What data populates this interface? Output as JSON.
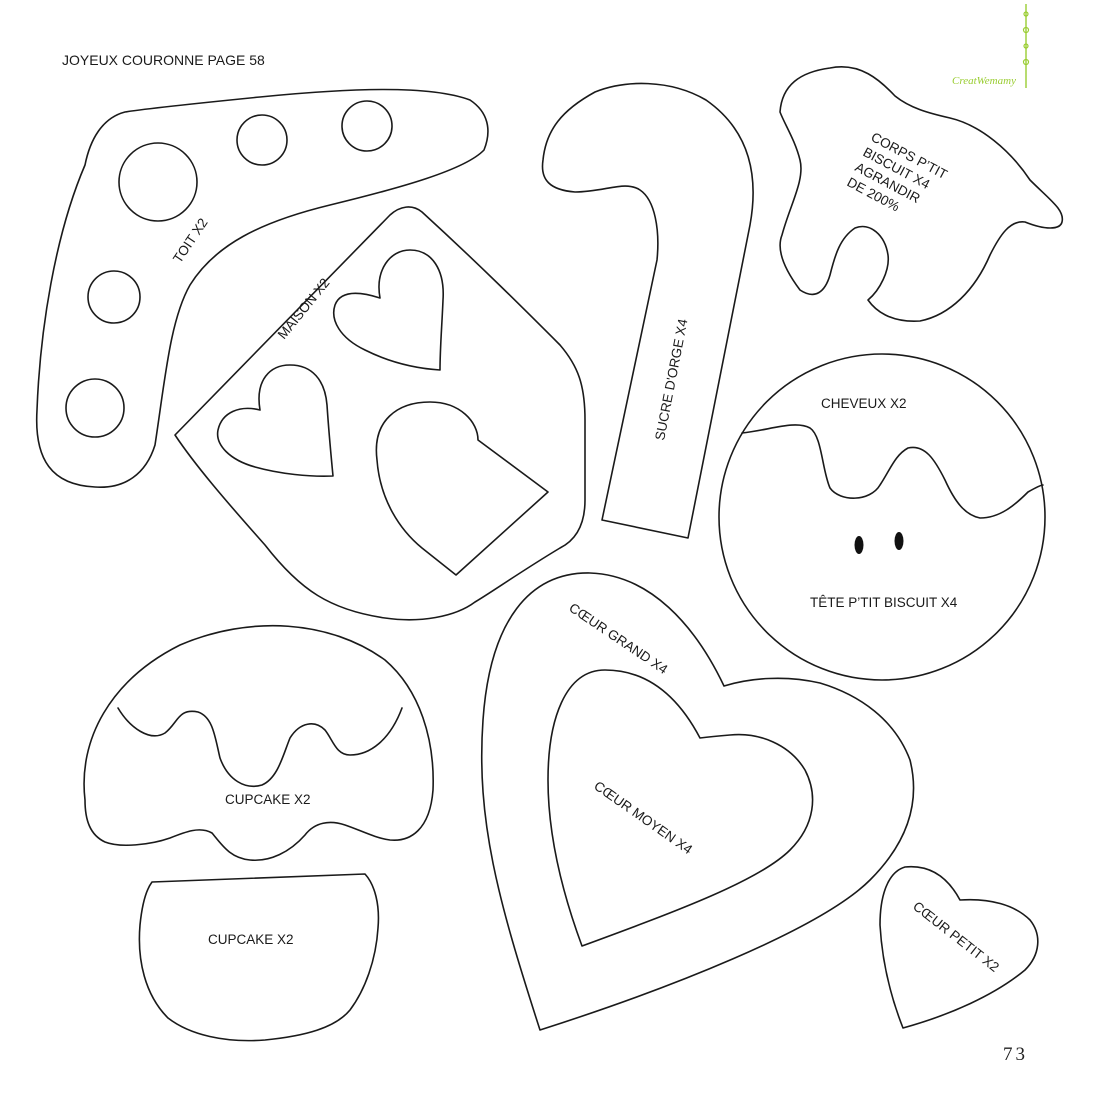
{
  "header": {
    "title": "JOYEUX COURONNE PAGE 58"
  },
  "brand": {
    "name": "CreatWemamy",
    "color": "#9acd32"
  },
  "labels": {
    "toit": "TOIT X2",
    "maison": "MAISON X2",
    "sucre": "SUCRE D'ORGE X4",
    "corps_line1": "CORPS P’TIT",
    "corps_line2": "BISCUIT X4",
    "corps_line3": "AGRANDIR",
    "corps_line4": "DE 200%",
    "cheveux": "CHEVEUX X2",
    "tete": "TÊTE P’TIT BISCUIT X4",
    "coeur_grand": "CŒUR GRAND X4",
    "coeur_moyen": "CŒUR MOYEN X4",
    "coeur_petit": "CŒUR PETIT X2",
    "cupcake_top": "CUPCAKE X2",
    "cupcake_bottom": "CUPCAKE X2"
  },
  "footer": {
    "page_number": "73"
  }
}
